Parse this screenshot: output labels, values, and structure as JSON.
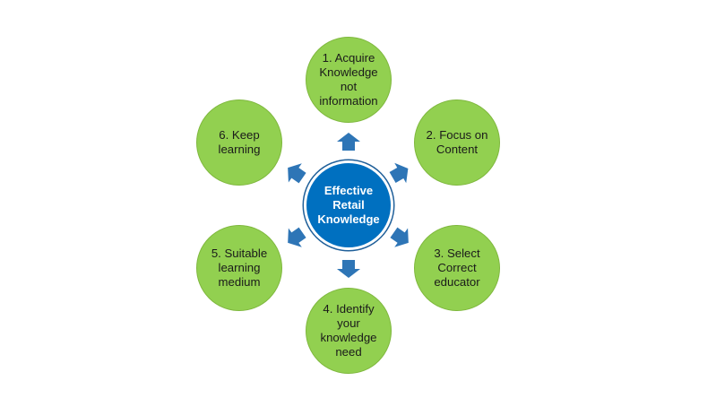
{
  "diagram": {
    "center": {
      "label": "Effective\nRetail\nKnowledge"
    },
    "nodes": [
      {
        "label": "1. Acquire\nKnowledge\nnot\ninformation"
      },
      {
        "label": "2. Focus on\nContent"
      },
      {
        "label": "3. Select\nCorrect\neducator"
      },
      {
        "label": "4. Identify\nyour\nknowledge\nneed"
      },
      {
        "label": "5. Suitable\nlearning\nmedium"
      },
      {
        "label": "6. Keep\nlearning"
      }
    ],
    "colors": {
      "node_fill": "#92d050",
      "center_fill": "#0070c0",
      "arrow_fill": "#2e75b6"
    }
  }
}
